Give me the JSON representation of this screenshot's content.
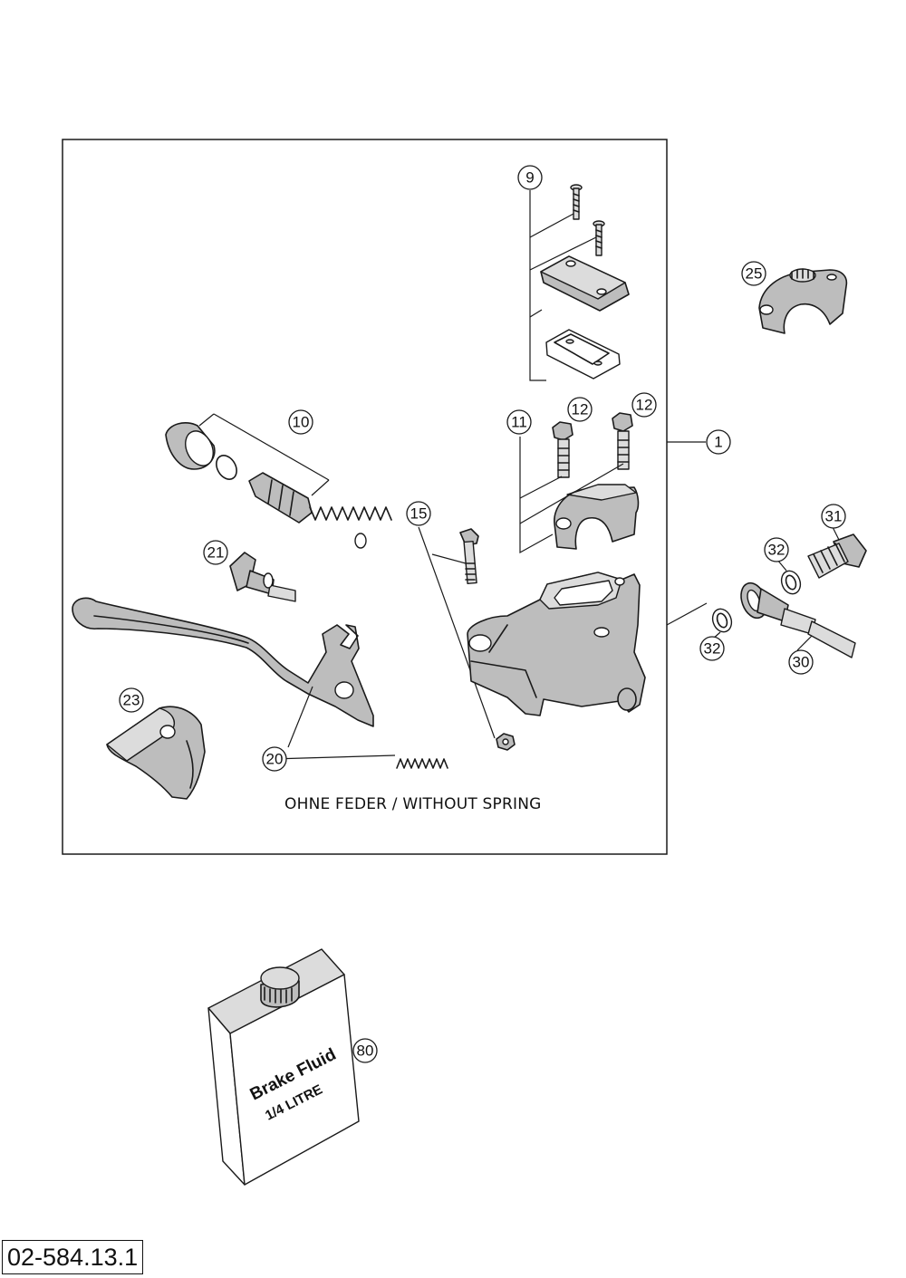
{
  "caption": "OHNE FEDER / WITHOUT SPRING",
  "drawing_number": "02-584.13.1",
  "can_label": {
    "line1": "Brake Fluid",
    "line2": "1/4 LITRE"
  },
  "callouts": {
    "c1": "1",
    "c9": "9",
    "c10": "10",
    "c11": "11",
    "c12a": "12",
    "c12b": "12",
    "c15": "15",
    "c20": "20",
    "c21": "21",
    "c23": "23",
    "c25": "25",
    "c30": "30",
    "c31": "31",
    "c32a": "32",
    "c32b": "32",
    "c80": "80"
  }
}
